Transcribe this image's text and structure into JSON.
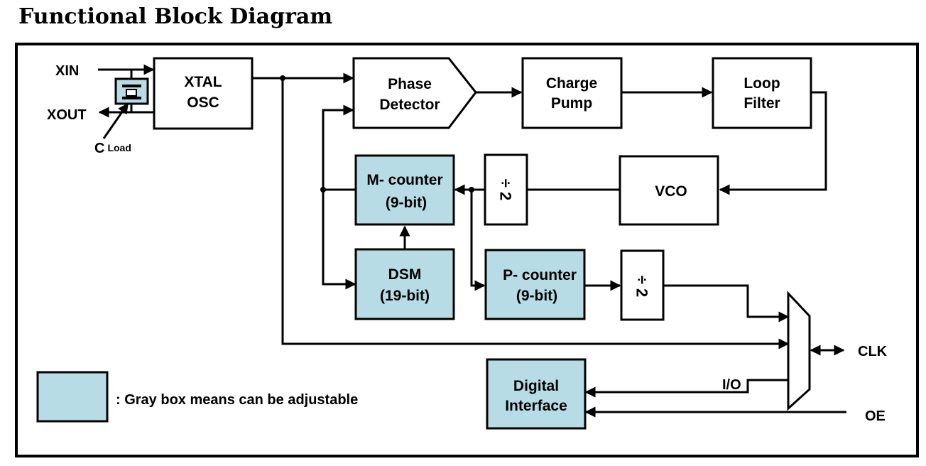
{
  "title": "Functional Block Diagram",
  "colors": {
    "adjustable_fill": "#b8dce6",
    "plain_fill": "#ffffff",
    "line": "#000000"
  },
  "pins": {
    "xin": "XIN",
    "xout": "XOUT",
    "cload_c": "C",
    "cload_sub": "Load",
    "clk": "CLK",
    "oe": "OE",
    "io": "I/O"
  },
  "blocks": {
    "xtal": {
      "line1": "XTAL",
      "line2": "OSC"
    },
    "phase_detector": {
      "line1": "Phase",
      "line2": "Detector"
    },
    "charge_pump": {
      "line1": "Charge",
      "line2": "Pump"
    },
    "loop_filter": {
      "line1": "Loop",
      "line2": "Filter"
    },
    "vco": {
      "line1": "VCO"
    },
    "div2_m": {
      "label": "÷ 2"
    },
    "m_counter": {
      "line1": "M- counter",
      "line2": "(9-bit)"
    },
    "dsm": {
      "line1": "DSM",
      "line2": "(19-bit)"
    },
    "p_counter": {
      "line1": "P- counter",
      "line2": "(9-bit)"
    },
    "div2_p": {
      "label": "÷ 2"
    },
    "digital_interface": {
      "line1": "Digital",
      "line2": "Interface"
    }
  },
  "legend": {
    "text": ": Gray box means can be adjustable"
  }
}
